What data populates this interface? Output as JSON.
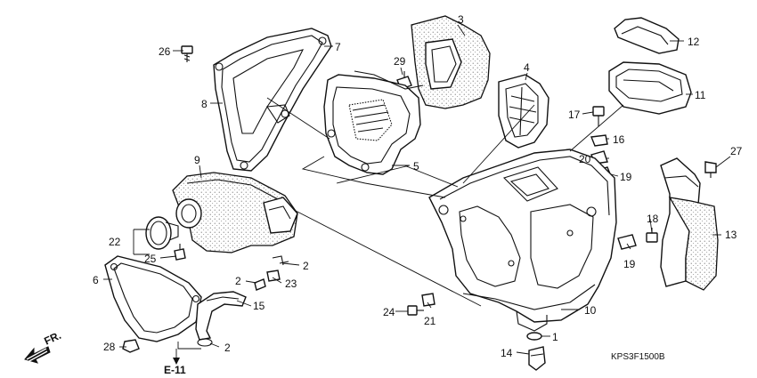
{
  "diagram": {
    "reference_code": "KPS3F1500B",
    "front_indicator": "FR.",
    "page_reference": "E-11",
    "callouts": [
      {
        "id": "c26",
        "label": "26"
      },
      {
        "id": "c7",
        "label": "7"
      },
      {
        "id": "c8",
        "label": "8"
      },
      {
        "id": "c3",
        "label": "3"
      },
      {
        "id": "c29",
        "label": "29"
      },
      {
        "id": "c4",
        "label": "4"
      },
      {
        "id": "c12",
        "label": "12"
      },
      {
        "id": "c11",
        "label": "11"
      },
      {
        "id": "c17",
        "label": "17"
      },
      {
        "id": "c16",
        "label": "16"
      },
      {
        "id": "c20",
        "label": "20"
      },
      {
        "id": "c19a",
        "label": "19"
      },
      {
        "id": "c27",
        "label": "27"
      },
      {
        "id": "c5",
        "label": "5"
      },
      {
        "id": "c9",
        "label": "9"
      },
      {
        "id": "c22",
        "label": "22"
      },
      {
        "id": "c25",
        "label": "25"
      },
      {
        "id": "c6",
        "label": "6"
      },
      {
        "id": "c2a",
        "label": "2"
      },
      {
        "id": "c2b",
        "label": "2"
      },
      {
        "id": "c23",
        "label": "23"
      },
      {
        "id": "c15",
        "label": "15"
      },
      {
        "id": "c28",
        "label": "28"
      },
      {
        "id": "c2c",
        "label": "2"
      },
      {
        "id": "c18",
        "label": "18"
      },
      {
        "id": "c19b",
        "label": "19"
      },
      {
        "id": "c13",
        "label": "13"
      },
      {
        "id": "c10",
        "label": "10"
      },
      {
        "id": "c24",
        "label": "24"
      },
      {
        "id": "c21",
        "label": "21"
      },
      {
        "id": "c1",
        "label": "1"
      },
      {
        "id": "c14",
        "label": "14"
      }
    ]
  }
}
